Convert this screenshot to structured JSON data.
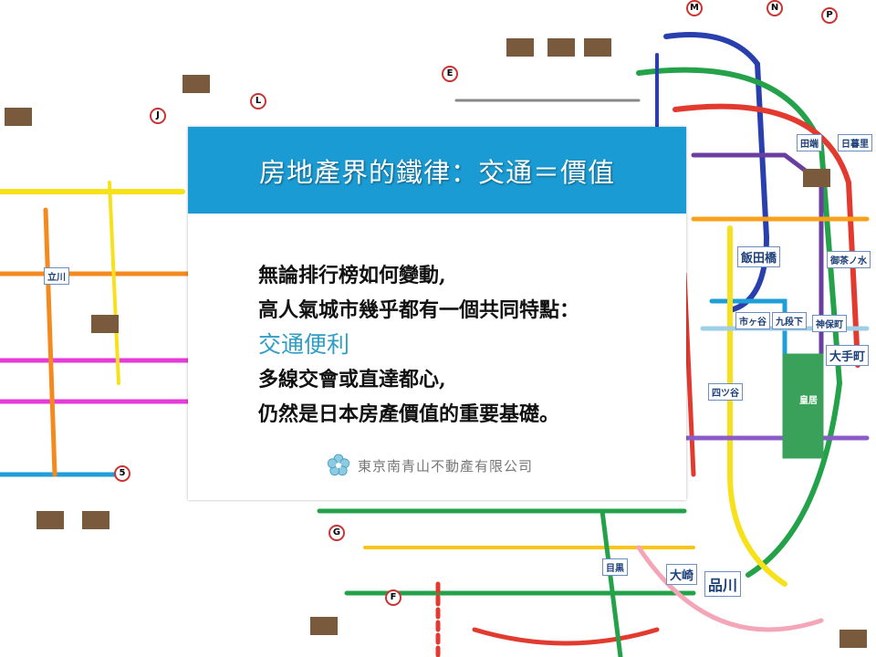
{
  "slide": {
    "title": "房地產界的鐵律：交通＝價值",
    "body_lines": [
      "無論排行榜如何變動,",
      "高人氣城市幾乎都有一個共同特點：",
      "交通便利",
      "多線交會或直達都心,",
      "仍然是日本房產價值的重要基礎。"
    ],
    "company": "東京南青山不動產有限公司"
  },
  "map": {
    "stations": [
      "飯田橋",
      "市ヶ谷",
      "九段下",
      "神保町",
      "大手町",
      "四ツ谷",
      "皇居",
      "品川",
      "大崎",
      "目黒",
      "立川",
      "田端",
      "日暮里",
      "御茶ノ水"
    ],
    "line_badges": [
      "M",
      "N",
      "P",
      "E",
      "J",
      "L",
      "G",
      "F",
      "5"
    ]
  },
  "colors": {
    "header": "#1a9bd3",
    "highlight": "#2e9ec5"
  }
}
